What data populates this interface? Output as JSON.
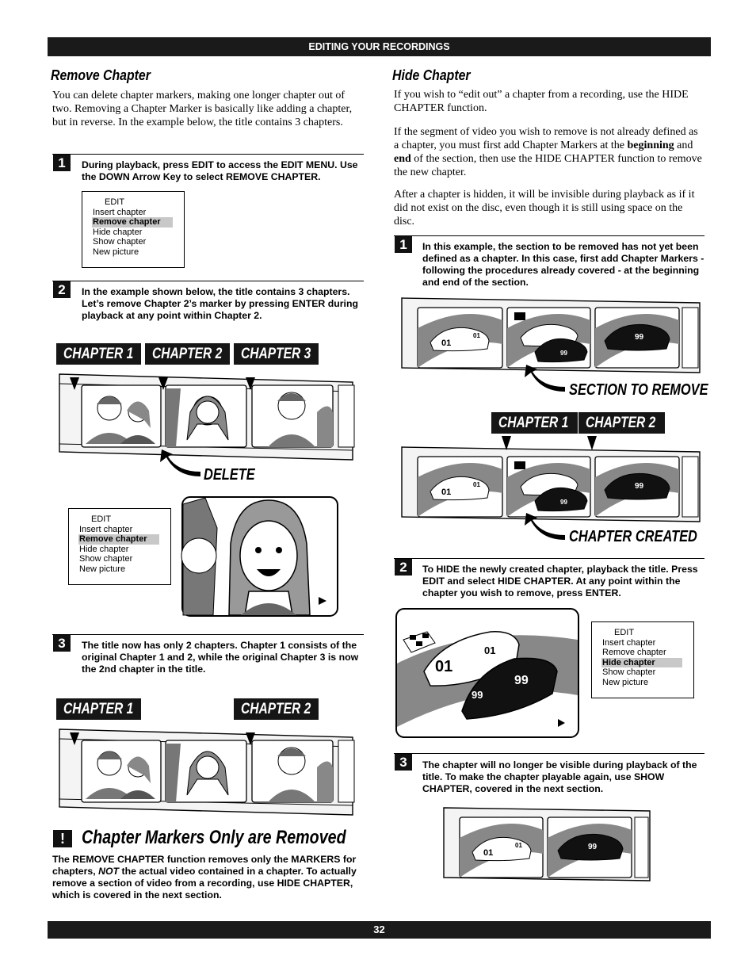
{
  "header": {
    "title": "EDITING YOUR RECORDINGS"
  },
  "footer": {
    "page_number": "32"
  },
  "remove": {
    "title": "Remove Chapter",
    "intro": "You can delete chapter markers, making one longer chapter out of two. Removing a Chapter Marker is basically like adding a chapter, but in reverse. In the example below, the title contains 3 chapters.",
    "step1": {
      "num": "1",
      "text": "During playback, press EDIT to access the EDIT MENU. Use the DOWN Arrow Key to select REMOVE CHAPTER."
    },
    "step2": {
      "num": "2",
      "text": "In the example shown below, the title contains 3 chapters. Let’s remove Chapter 2’s marker by pressing ENTER during playback at any point within Chapter 2."
    },
    "step3": {
      "num": "3",
      "text": "The title now has only 2 chapters. Chapter 1 consists of the original Chapter 1 and 2, while the original Chapter 3 is now the 2nd chapter in the title."
    },
    "chapters_before": [
      "CHAPTER 1",
      "CHAPTER 2",
      "CHAPTER 3"
    ],
    "chapters_after": [
      "CHAPTER 1",
      "CHAPTER 2"
    ],
    "delete_label": "DELETE"
  },
  "menu": {
    "title": "EDIT",
    "items": [
      "Insert chapter",
      "Remove chapter",
      "Hide chapter",
      "Show chapter",
      "New picture"
    ]
  },
  "note": {
    "icon": "!",
    "title": "Chapter Markers Only are Removed",
    "text_a": "The REMOVE CHAPTER function removes only the MARKERS for chapters, ",
    "text_em": "NOT",
    "text_b": " the actual video contained in a chapter. To actually remove a section of video from a recording, use HIDE CHAPTER, which is covered in the next section."
  },
  "hide": {
    "title": "Hide Chapter",
    "p1": "If you wish to “edit out” a chapter from a recording, use the HIDE CHAPTER function.",
    "p2_a": "If the segment of video you wish to remove is not already defined as a chapter, you must first add Chapter Markers at the ",
    "p2_b1": "beginning",
    "p2_c": " and ",
    "p2_b2": "end",
    "p2_d": " of the section, then use the HIDE CHAPTER function to remove the new chapter.",
    "p3": "After a chapter is hidden, it will be invisible during playback as if it did not exist on the disc, even though it is still using space on the disc.",
    "step1": {
      "num": "1",
      "text": "In this example, the section to be removed has not yet been defined as a chapter. In this case, first add Chapter Markers - following the procedures already covered - at the beginning and end of the section."
    },
    "step2": {
      "num": "2",
      "text": "To HIDE the newly created chapter, playback the title. Press EDIT and select HIDE CHAPTER. At any point within the chapter you wish to remove, press ENTER."
    },
    "step3": {
      "num": "3",
      "text": "The chapter will no longer be visible during playback of the title. To make the chapter playable again, use SHOW CHAPTER, covered in the next section."
    },
    "section_label": "SECTION TO REMOVE",
    "chapters": [
      "CHAPTER 1",
      "CHAPTER 2"
    ],
    "created_label": "CHAPTER CREATED",
    "car_numbers": [
      "01",
      "99"
    ]
  }
}
